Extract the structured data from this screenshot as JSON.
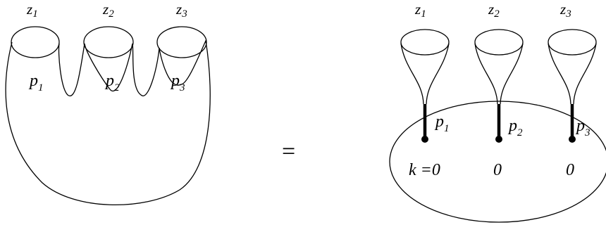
{
  "left_surface": {
    "boundary_labels": [
      {
        "base": "z",
        "sub": "1"
      },
      {
        "base": "z",
        "sub": "2"
      },
      {
        "base": "z",
        "sub": "3"
      }
    ],
    "momentum_labels": [
      {
        "base": "p",
        "sub": "1"
      },
      {
        "base": "p",
        "sub": "2"
      },
      {
        "base": "p",
        "sub": "3"
      }
    ]
  },
  "equals_sign": "=",
  "right_surface": {
    "boundary_labels": [
      {
        "base": "z",
        "sub": "1"
      },
      {
        "base": "z",
        "sub": "2"
      },
      {
        "base": "z",
        "sub": "3"
      }
    ],
    "momentum_labels": [
      {
        "base": "p",
        "sub": "1"
      },
      {
        "base": "p",
        "sub": "2"
      },
      {
        "base": "p",
        "sub": "3"
      }
    ],
    "level_labels": [
      "k =0",
      "0",
      "0"
    ]
  }
}
